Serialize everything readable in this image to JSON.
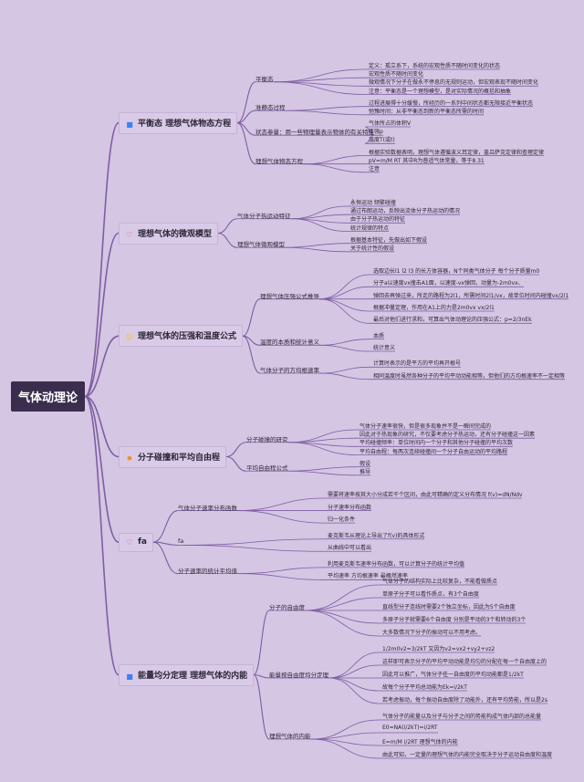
{
  "root": "气体动理论",
  "branches": [
    {
      "label": "平衡态 理想气体物态方程",
      "icon": "blue-square-icon",
      "icon_color": "#3b82f6",
      "children": [
        {
          "label": "平衡态",
          "children": [
            "定义：孤立系下，系统的宏观性质不随时间变化的状态",
            "宏观性质不随时间变化",
            "微观情况下分子在做永不停息的无规则运动，但宏观表现不随时间变化",
            "注意：平衡态是一个理想模型，是对实际情况的概括和抽象"
          ]
        },
        {
          "label": "准静态过程",
          "children": [
            "过程进展得十分缓慢，所经历的一系列中间状态都无限接近平衡状态",
            "弛豫时间：从非平衡态到新的平衡态所需的时间"
          ]
        },
        {
          "label": "状态参量：用一些物理量表示物体的有关特性",
          "children": [
            "气体所占的体积V",
            "压强p",
            "温度T(或t)"
          ]
        },
        {
          "label": "理想气体物态方程",
          "children": [
            "根据实验数据表明，理想气体遵循波义耳定律，盖吕萨克定律和查理定律",
            "pV=m/M RT 其中R为普适气体常量，等于8.31",
            "注意"
          ]
        }
      ]
    },
    {
      "label": "理想气体的微观模型",
      "icon": "heart-icon",
      "icon_color": "#e0457b",
      "children": [
        {
          "label": "气体分子热运动特征",
          "children": [
            "永恒运动 频繁碰撞",
            "通过布朗运动，反映出流体分子热运动的情况",
            "由于分子热运动的特征",
            "统计规律的特点"
          ]
        },
        {
          "label": "理想气体微观模型",
          "children": [
            "根据基本特征，先做出如下假设",
            "关于统计性的假设"
          ]
        }
      ]
    },
    {
      "label": "理想气体的压强和温度公式",
      "icon": "smile-icon",
      "icon_color": "#f2c12e",
      "children": [
        {
          "label": "理想气体压强公式推导",
          "children": [
            "选取边长l1 l2 l3 的长方体容器，N个同类气体分子 每个分子质量m0",
            "分子a以速度vx撞击A1面，以速度-vx弹回，动量为-2m0vx、",
            "弹回去再弹过来，所走的路程为2l1，所需时间2l1/vx，故单位时间内碰撞vx/2l1",
            "根据冲量定理，作用在A1上的力是2m0vx vx/2l1",
            "最后对他们进行求和，可算出气体动理论的压强公式：p=2/3nEk"
          ]
        },
        {
          "label": "温度的本质和统计意义",
          "children": [
            "本质",
            "统计意义"
          ]
        },
        {
          "label": "气体分子的方均根速率",
          "children": [
            "计算时表示的是平方的平均再开根号",
            "相同温度时虽然各种分子的平均平动动能相等，但他们的方均根速率不一定相等"
          ]
        }
      ]
    },
    {
      "label": "分子碰撞和平均自由程",
      "icon": "star-icon",
      "icon_color": "#f08a24",
      "children": [
        {
          "label": "分子碰撞的研究",
          "children": [
            "气体分子速率很快，但是很多现象并不是一瞬间完成的",
            "因此对于热现象的研究，不仅要考虑分子热运动，还有分子碰撞这一因素",
            "平均碰撞频率：单位时间内一个分子和其他分子碰撞的平均次数",
            "平均自由程：每两次连续碰撞间一个分子自由运动的平均路程"
          ]
        },
        {
          "label": "平均自由程公式",
          "children": [
            "假设",
            "推导"
          ]
        }
      ]
    },
    {
      "label": "fa",
      "icon": "heart-icon",
      "icon_color": "#e0457b",
      "children": [
        {
          "label": "气体分子速率分布函数",
          "children": [
            "需要将速率按其大小分成若干个区间，由此可精确的定义分布情况 f(v)=dN/Ndv",
            "分子速率分布函数",
            "归一化条件"
          ]
        },
        {
          "label": "fa",
          "children": [
            "麦克斯韦从理论上导出了f(v)的具体形式",
            "从曲线中可以看出"
          ]
        },
        {
          "label": "分子速率的统计平均值",
          "children": [
            "利用麦克斯韦速率分布函数，可以计算分子的统计平均值",
            "平均速率 方均根速率 最概然速率"
          ]
        }
      ]
    },
    {
      "label": "能量均分定理 理想气体的内能",
      "icon": "blue-square-icon",
      "icon_color": "#3b82f6",
      "children": [
        {
          "label": "分子的自由度",
          "children": [
            "气体分子的结构实际上比较复杂，不能看做质点",
            "单原子分子可以看作质点，有3个自由度",
            "直线型分子连线时需要2个独立坐标，因此为5个自由度",
            "多原子分子就需要6个自由度 分别是平动的3个和转动的3个",
            "大多数情况下分子的振动可以不用考虑。"
          ]
        },
        {
          "label": "能量按自由度均分定理",
          "children": [
            "1/2m0v2=3/2kT 又因为v2=vx2+vy2+vz2",
            "这样即可表示分子的平均平动动能是均匀的分配在每一个自由度上的",
            "因此可以推广，气体分子任一自由度的平均动能都是1/2kT",
            "故每个分子平均总动能为Ek=i/2kT",
            "若考虑振动，每个振动自由度除了动能外，还有平均势能，所以是2s"
          ]
        },
        {
          "label": "理想气体的内能",
          "children": [
            "气体分子的能量以及分子与分子之间的势能构成气体内部的总能量",
            "E0=NA(i/2kT)=i/2RT",
            "E=m/M i/2RT 理想气体的内能",
            "由此可知，一定量的理想气体的内能完全取决于分子运动自由度和温度"
          ]
        }
      ]
    }
  ]
}
